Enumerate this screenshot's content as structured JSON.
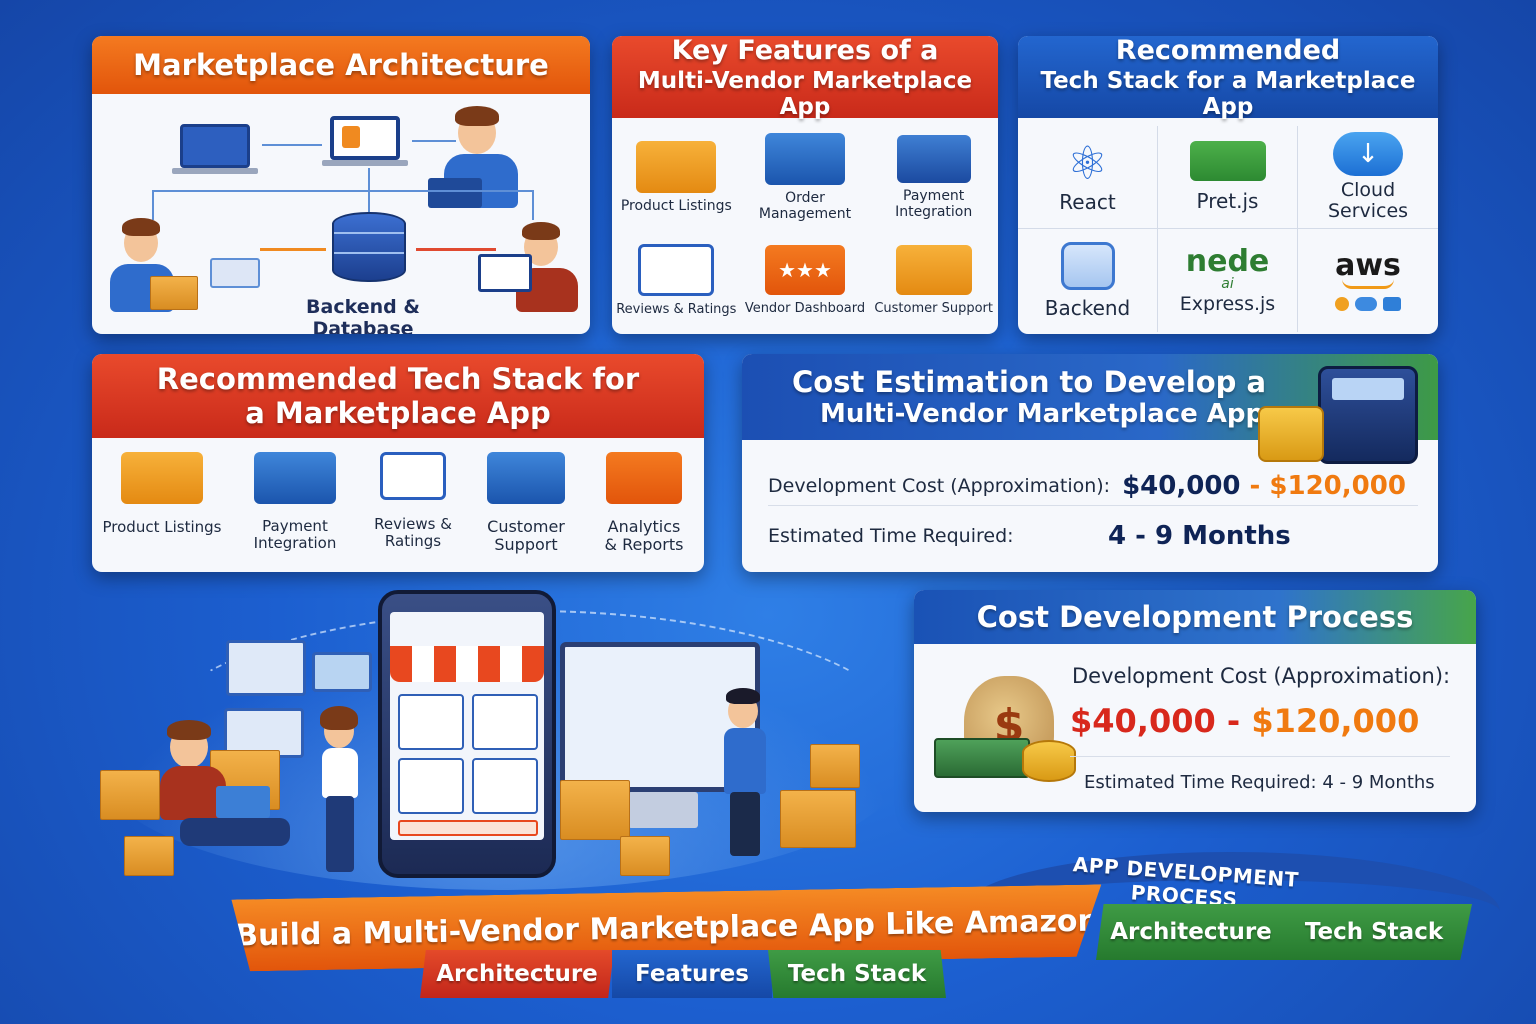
{
  "arch": {
    "title": "Marketplace Architecture",
    "db_label": "Backend & Database"
  },
  "features": {
    "title_line1": "Key Features of a",
    "title_line2": "Multi-Vendor Marketplace App",
    "items": [
      {
        "label": "Product Listings",
        "icon": "product-listings-icon"
      },
      {
        "label": "Order Management",
        "icon": "order-management-icon"
      },
      {
        "label": "Payment Integration",
        "icon": "payment-integration-icon"
      },
      {
        "label": "Reviews & Ratings",
        "icon": "reviews-ratings-icon"
      },
      {
        "label": "Vendor Dashboard",
        "icon": "vendor-dashboard-icon"
      },
      {
        "label": "Customer Support",
        "icon": "customer-support-icon"
      }
    ]
  },
  "tech_top": {
    "title_line1": "Recommended",
    "title_line2": "Tech Stack for a Marketplace App",
    "items": [
      {
        "label": "React",
        "icon": "react-icon"
      },
      {
        "label": "Pret.js",
        "icon": "pret-icon"
      },
      {
        "label": "Cloud Services",
        "icon": "cloud-icon"
      },
      {
        "label": "Backend",
        "icon": "backend-icon"
      },
      {
        "label": "Express.js",
        "icon": "node-icon",
        "logo": "nede",
        "logo_sub": "ai"
      },
      {
        "label": "aws",
        "icon": "aws-icon"
      }
    ]
  },
  "tech_mid": {
    "title_line1": "Recommended Tech Stack for",
    "title_line2": "a Marketplace App",
    "items": [
      {
        "label": "Product Listings",
        "icon": "product-listings-icon"
      },
      {
        "label": "Payment Integration",
        "icon": "payment-integration-icon"
      },
      {
        "label": "Reviews & Ratings",
        "icon": "reviews-ratings-icon"
      },
      {
        "label": "Customer Support",
        "icon": "customer-support-icon"
      },
      {
        "label": "Analytics & Reports",
        "icon": "analytics-reports-icon"
      }
    ]
  },
  "cost_est": {
    "title_line1": "Cost Estimation to Develop a",
    "title_line2": "Multi-Vendor Marketplace App",
    "dev_cost_label": "Development Cost (Approximation):",
    "cost_low": "$40,000",
    "cost_sep": " - ",
    "cost_high": "$120,000",
    "time_label": "Estimated Time Required:",
    "time_value": "4 - 9 Months"
  },
  "cost_proc": {
    "title": "Cost Development Process",
    "dev_cost_label": "Development Cost (Approximation):",
    "cost_low": "$40,000",
    "cost_sep": " - ",
    "cost_high": "$120,000",
    "time_text": "Estimated Time Required: 4 - 9 Months"
  },
  "banner": {
    "main": "Build a Multi-Vendor Marketplace App Like Amazon",
    "tabs": [
      "Architecture",
      "Features",
      "Tech Stack"
    ],
    "process_title": "APP DEVELOPMENT PROCESS",
    "process_tabs": [
      "Architecture",
      "Tech Stack"
    ]
  },
  "colors": {
    "orange": "#f06a1a",
    "red": "#d8321f",
    "blue": "#1c55bb",
    "green": "#3a9a40",
    "cost_red": "#d8281c",
    "cost_orange": "#f07a10",
    "navy_text": "#0f2456"
  }
}
